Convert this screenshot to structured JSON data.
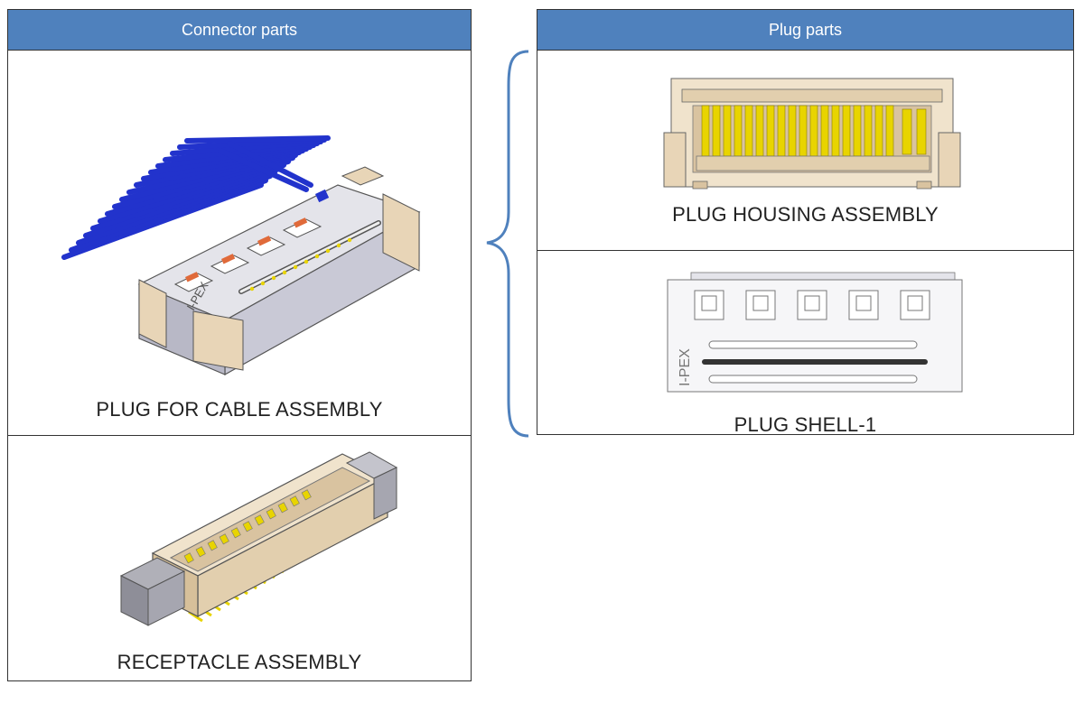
{
  "connector_panel": {
    "header": "Connector parts",
    "items": [
      {
        "label": "PLUG FOR CABLE ASSEMBLY",
        "image": "plug-cable-assembly-render"
      },
      {
        "label": "RECEPTACLE ASSEMBLY",
        "image": "receptacle-assembly-render"
      }
    ]
  },
  "plug_panel": {
    "header": "Plug parts",
    "items": [
      {
        "label": "PLUG HOUSING ASSEMBLY",
        "image": "plug-housing-assembly-render"
      },
      {
        "label": "PLUG SHELL-1",
        "image": "plug-shell-render"
      }
    ]
  },
  "brace": {
    "icon": "curly-brace-icon",
    "color": "#4f81bd"
  },
  "colors": {
    "header_bg": "#4f81bd",
    "cable_blue": "#2233cc",
    "contact_gold": "#e8d400",
    "housing_beige": "#e8d5b7",
    "shell_gray": "#d8d8dc"
  },
  "logo_text": "I-PEX"
}
